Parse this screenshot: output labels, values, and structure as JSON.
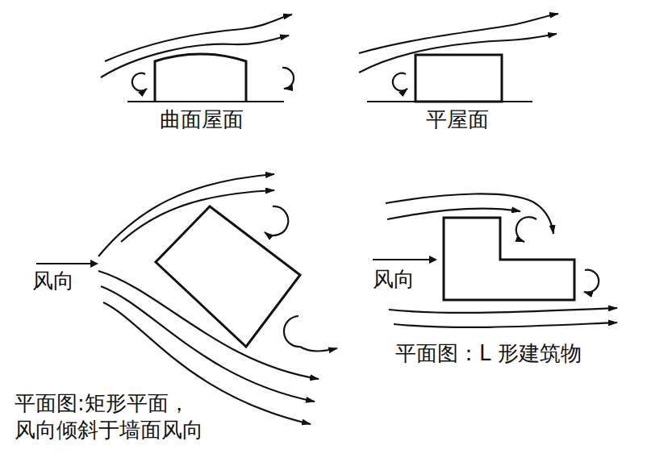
{
  "diagram": {
    "labels": [
      "曲面屋面",
      "平屋面",
      "风向",
      "平面图:矩形平面， 风向倾斜于墙面风向",
      "风向",
      "平面图：L 形建筑物"
    ]
  }
}
